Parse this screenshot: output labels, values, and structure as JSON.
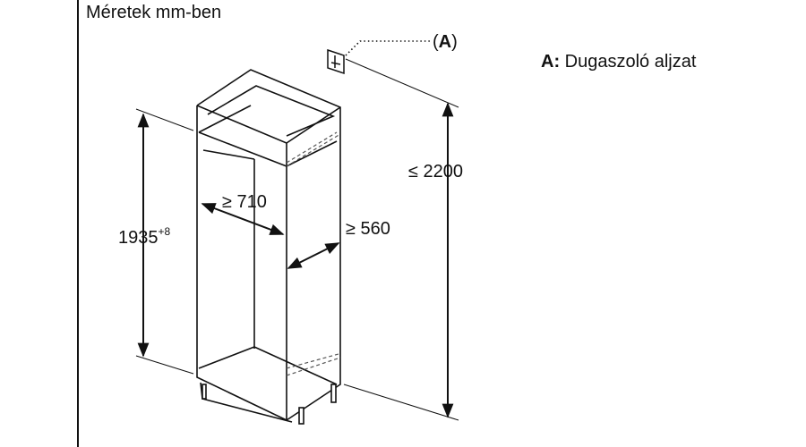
{
  "header": {
    "title": "Méretek mm-ben"
  },
  "legend": {
    "key": "A:",
    "text": "Dugaszoló aljzat"
  },
  "callout": {
    "open": "(",
    "key": "A",
    "close": ")"
  },
  "dimensions": {
    "height_value": "1935",
    "height_tolerance": "+8",
    "depth": "≥ 710",
    "width": "≥ 560",
    "max_height": "≤ 2200"
  },
  "colors": {
    "line": "#111111",
    "dashed": "#555555"
  },
  "icons": {
    "socket": "power-socket-icon"
  }
}
